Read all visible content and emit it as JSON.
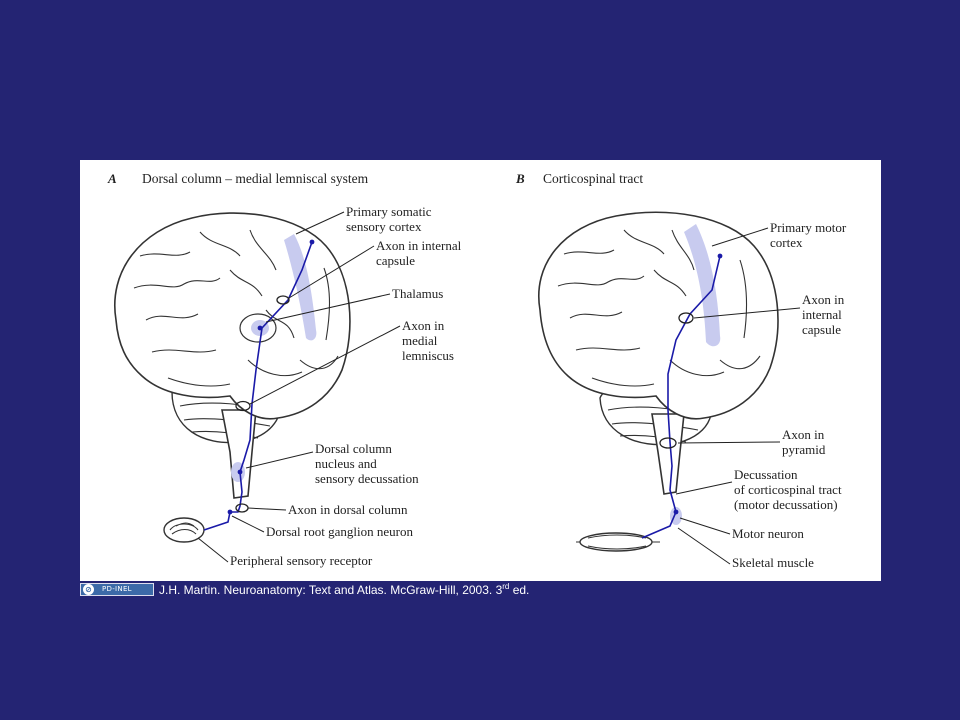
{
  "figure": {
    "panel_a": {
      "letter": "A",
      "title": "Dorsal column – medial lemniscal system",
      "labels": {
        "primary_somatic_1": "Primary somatic",
        "primary_somatic_2": "sensory cortex",
        "axon_internal_1": "Axon in internal",
        "axon_internal_2": "capsule",
        "thalamus": "Thalamus",
        "axon_medial_1": "Axon in",
        "axon_medial_2": "medial",
        "axon_medial_3": "lemniscus",
        "dorsal_nucleus_1": "Dorsal column",
        "dorsal_nucleus_2": "nucleus and",
        "dorsal_nucleus_3": "sensory decussation",
        "axon_dorsal": "Axon in dorsal column",
        "drg_neuron": "Dorsal root ganglion neuron",
        "receptor": "Peripheral sensory receptor"
      }
    },
    "panel_b": {
      "letter": "B",
      "title": "Corticospinal tract",
      "labels": {
        "primary_motor_1": "Primary motor",
        "primary_motor_2": "cortex",
        "axon_internal_1": "Axon in",
        "axon_internal_2": "internal",
        "axon_internal_3": "capsule",
        "axon_pyramid_1": "Axon in",
        "axon_pyramid_2": "pyramid",
        "decussation_1": "Decussation",
        "decussation_2": "of corticospinal tract",
        "decussation_3": "(motor decussation)",
        "motor_neuron": "Motor neuron",
        "skeletal_muscle": "Skeletal muscle"
      }
    }
  },
  "credit": {
    "license_badge": "PD-INEL",
    "citation_main": "J.H. Martin. Neuroanatomy: Text and Atlas. McGraw-Hill, 2003. 3",
    "citation_sup": "rd",
    "citation_end": " ed."
  },
  "colors": {
    "background": "#242473",
    "pathway": "#1a1aa8",
    "cortex_highlight": "#c8cbef"
  }
}
